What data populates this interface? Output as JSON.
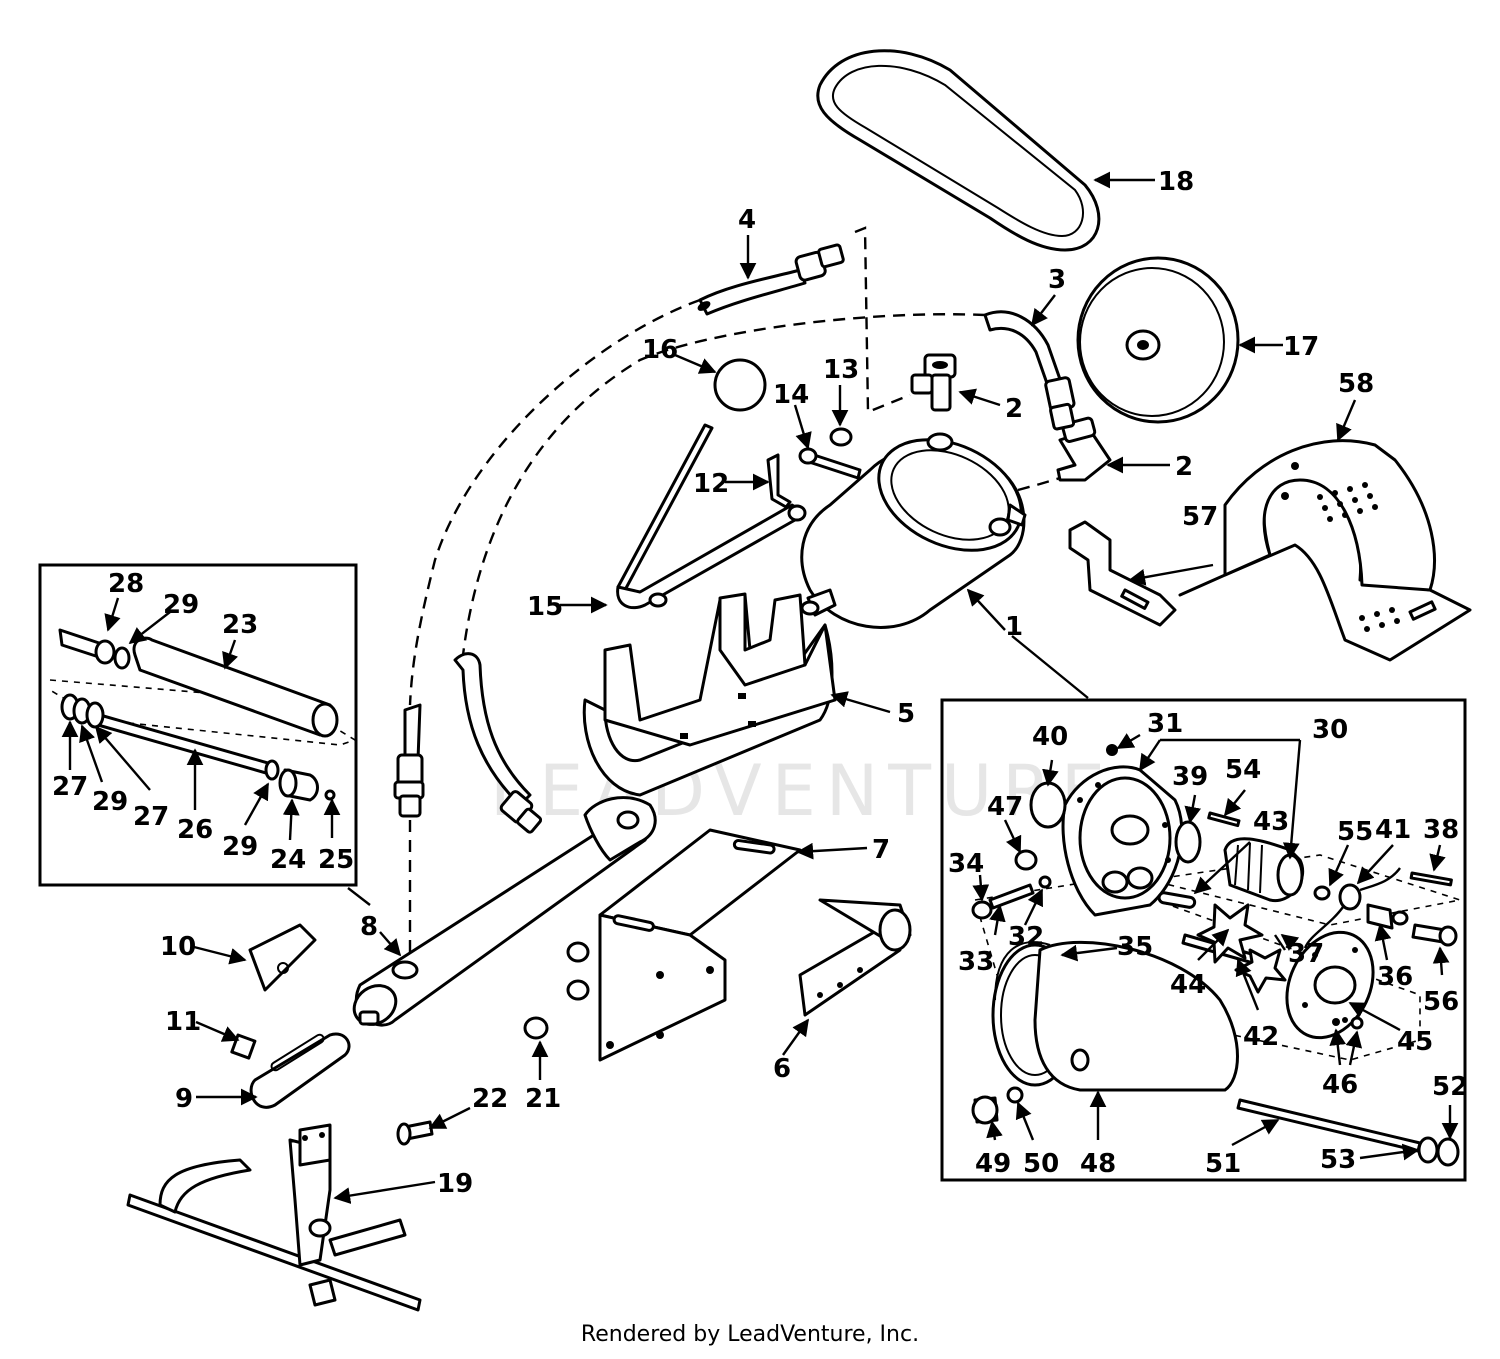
{
  "watermark": "LEADVENTURE",
  "footer": "Rendered by LeadVenture, Inc.",
  "callouts": [
    {
      "id": "1",
      "text": "1"
    },
    {
      "id": "2a",
      "text": "2"
    },
    {
      "id": "2b",
      "text": "2"
    },
    {
      "id": "3",
      "text": "3"
    },
    {
      "id": "4",
      "text": "4"
    },
    {
      "id": "5",
      "text": "5"
    },
    {
      "id": "6",
      "text": "6"
    },
    {
      "id": "7",
      "text": "7"
    },
    {
      "id": "8",
      "text": "8"
    },
    {
      "id": "9",
      "text": "9"
    },
    {
      "id": "10",
      "text": "10"
    },
    {
      "id": "11",
      "text": "11"
    },
    {
      "id": "12",
      "text": "12"
    },
    {
      "id": "13",
      "text": "13"
    },
    {
      "id": "14",
      "text": "14"
    },
    {
      "id": "15",
      "text": "15"
    },
    {
      "id": "16",
      "text": "16"
    },
    {
      "id": "17",
      "text": "17"
    },
    {
      "id": "18",
      "text": "18"
    },
    {
      "id": "19",
      "text": "19"
    },
    {
      "id": "21",
      "text": "21"
    },
    {
      "id": "22",
      "text": "22"
    },
    {
      "id": "23",
      "text": "23"
    },
    {
      "id": "24",
      "text": "24"
    },
    {
      "id": "25",
      "text": "25"
    },
    {
      "id": "26",
      "text": "26"
    },
    {
      "id": "27a",
      "text": "27"
    },
    {
      "id": "27b",
      "text": "27"
    },
    {
      "id": "28",
      "text": "28"
    },
    {
      "id": "29a",
      "text": "29"
    },
    {
      "id": "29b",
      "text": "29"
    },
    {
      "id": "29c",
      "text": "29"
    },
    {
      "id": "30",
      "text": "30"
    },
    {
      "id": "31",
      "text": "31"
    },
    {
      "id": "32",
      "text": "32"
    },
    {
      "id": "33",
      "text": "33"
    },
    {
      "id": "34",
      "text": "34"
    },
    {
      "id": "35",
      "text": "35"
    },
    {
      "id": "36",
      "text": "36"
    },
    {
      "id": "37",
      "text": "37"
    },
    {
      "id": "38",
      "text": "38"
    },
    {
      "id": "39",
      "text": "39"
    },
    {
      "id": "40",
      "text": "40"
    },
    {
      "id": "41",
      "text": "41"
    },
    {
      "id": "42",
      "text": "42"
    },
    {
      "id": "43",
      "text": "43"
    },
    {
      "id": "44",
      "text": "44"
    },
    {
      "id": "45",
      "text": "45"
    },
    {
      "id": "46",
      "text": "46"
    },
    {
      "id": "47",
      "text": "47"
    },
    {
      "id": "48",
      "text": "48"
    },
    {
      "id": "49",
      "text": "49"
    },
    {
      "id": "50",
      "text": "50"
    },
    {
      "id": "51",
      "text": "51"
    },
    {
      "id": "52",
      "text": "52"
    },
    {
      "id": "53",
      "text": "53"
    },
    {
      "id": "54",
      "text": "54"
    },
    {
      "id": "55",
      "text": "55"
    },
    {
      "id": "56",
      "text": "56"
    },
    {
      "id": "57",
      "text": "57"
    },
    {
      "id": "58",
      "text": "58"
    }
  ]
}
